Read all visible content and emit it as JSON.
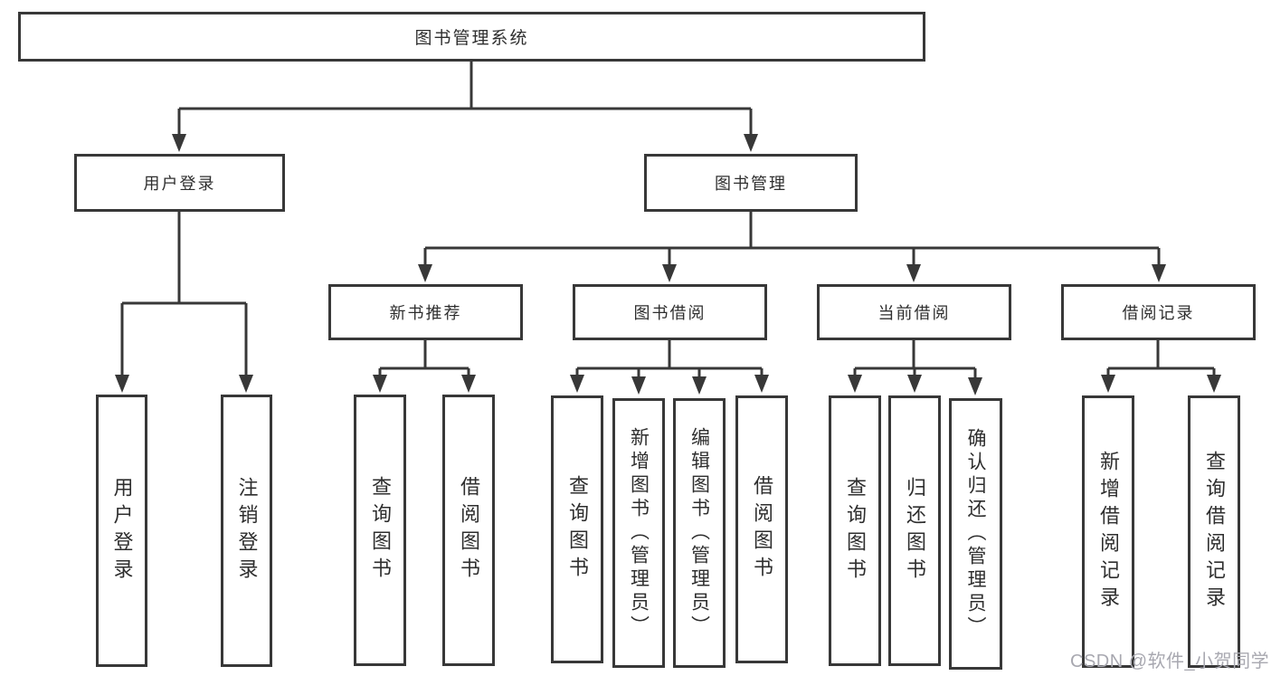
{
  "diagram": {
    "type": "tree",
    "title": "图书管理系统",
    "nodes": {
      "root": "图书管理系统",
      "user_login": "用户登录",
      "book_mgmt": "图书管理",
      "login": "用户登录",
      "logout": "注销登录",
      "new_book_rec": "新书推荐",
      "book_borrow": "图书借阅",
      "current_borrow": "当前借阅",
      "borrow_records": "借阅记录",
      "rec_query_book": "查询图书",
      "rec_borrow_book": "借阅图书",
      "bb_query_book": "查询图书",
      "bb_add_book": "新增图书（管理员）",
      "bb_edit_book": "编辑图书（管理员）",
      "bb_borrow_book": "借阅图书",
      "cb_query_book": "查询图书",
      "cb_return_book": "归还图书",
      "cb_confirm_return": "确认归还（管理员）",
      "br_add_record": "新增借阅记录",
      "br_query_record": "查询借阅记录"
    },
    "edges": [
      [
        "图书管理系统",
        "用户登录"
      ],
      [
        "图书管理系统",
        "图书管理"
      ],
      [
        "用户登录",
        "用户登录"
      ],
      [
        "用户登录",
        "注销登录"
      ],
      [
        "图书管理",
        "新书推荐"
      ],
      [
        "图书管理",
        "图书借阅"
      ],
      [
        "图书管理",
        "当前借阅"
      ],
      [
        "图书管理",
        "借阅记录"
      ],
      [
        "新书推荐",
        "查询图书"
      ],
      [
        "新书推荐",
        "借阅图书"
      ],
      [
        "图书借阅",
        "查询图书"
      ],
      [
        "图书借阅",
        "新增图书（管理员）"
      ],
      [
        "图书借阅",
        "编辑图书（管理员）"
      ],
      [
        "图书借阅",
        "借阅图书"
      ],
      [
        "当前借阅",
        "查询图书"
      ],
      [
        "当前借阅",
        "归还图书"
      ],
      [
        "当前借阅",
        "确认归还（管理员）"
      ],
      [
        "借阅记录",
        "新增借阅记录"
      ],
      [
        "借阅记录",
        "查询借阅记录"
      ]
    ],
    "colors": {
      "line": "#383838",
      "text": "#2e2e2e",
      "background": "#ffffff",
      "watermark": "#a8a8b0"
    }
  },
  "watermark": "CSDN @软件_小贺同学"
}
